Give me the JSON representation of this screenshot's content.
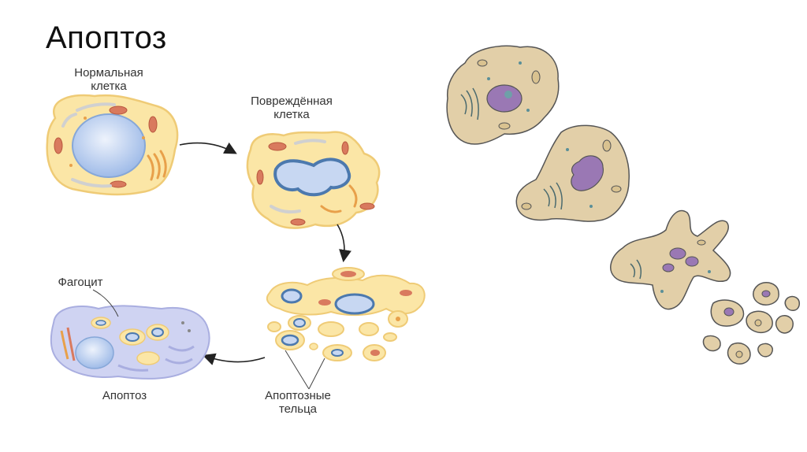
{
  "slide": {
    "title": "Апоптоз"
  },
  "labels": {
    "normal_cell": [
      "Нормальная",
      "клетка"
    ],
    "damaged_cell": [
      "Повреждённая",
      "клетка"
    ],
    "phagocyte": "Фагоцит",
    "apoptosis": "Апоптоз",
    "apoptotic_bodies": [
      "Апоптозные",
      "тельца"
    ]
  },
  "colors": {
    "cytoplasm": "#fbe6a6",
    "cytoplasm_edge": "#f1cf78",
    "nucleus": "#b8cdf0",
    "nucleus_dark": "#5c86b9",
    "mitochondria": "#d97a5e",
    "golgi": "#e8a04a",
    "phagocyte": "#cfd3f2",
    "drawn_cell": "#e2cfa8",
    "drawn_nucleus": "#9a78b4"
  }
}
